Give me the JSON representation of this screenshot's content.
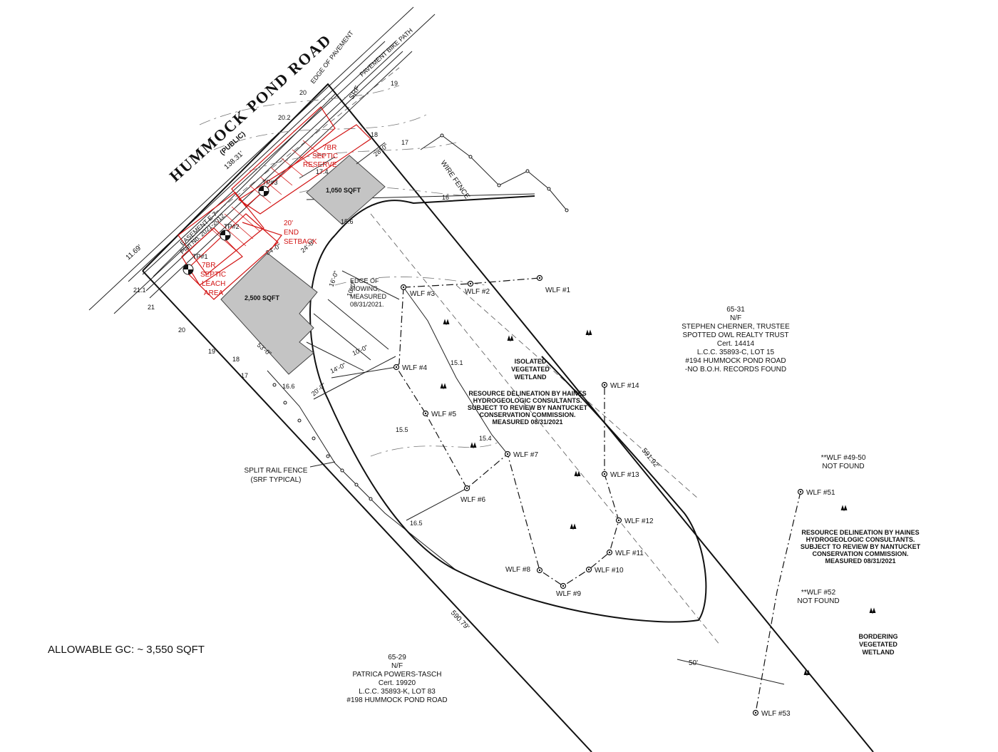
{
  "road": {
    "name": "HUMMOCK POND ROAD",
    "public": "(PUBLIC)"
  },
  "frontage": {
    "road_frontage": "138.31'",
    "left_offset": "11.69'"
  },
  "edges": {
    "edge_of_pavement": "EDGE OF PAVEMENT",
    "paved_bike_path": "PAVEMENT BIKE PATH",
    "srf": "SRF"
  },
  "fences": {
    "wire": "WIRE FENCE",
    "split_rail": "SPLIT RAIL FENCE",
    "split_rail_note": "(SRF TYPICAL)"
  },
  "easement": {
    "line1": "EASEMENT E-7",
    "line2": "Plan No. 2021-2012"
  },
  "septic": {
    "top": [
      "7BR",
      "SEPTIC",
      "RESERVE"
    ],
    "bottom": [
      "7BR",
      "SEPTIC",
      "LEACH",
      "AREA"
    ],
    "setback": [
      "20'",
      "END",
      "SETBACK"
    ],
    "test_pits": [
      "TP#1",
      "TP#2",
      "TP#3"
    ]
  },
  "buildings": [
    {
      "id": "main",
      "label": "2,500 SQFT"
    },
    {
      "id": "secondary",
      "label": "1,050 SQFT"
    }
  ],
  "dimensions": [
    "28'-0\"",
    "17.4",
    "16'-0\"",
    "10'-0\"",
    "24'-0\"",
    "53'-0\"",
    "34'-0\"",
    "20'-0\"",
    "14'-0\"",
    "10'-0\"",
    "50'"
  ],
  "mowing_note": [
    "EDGE OF",
    "MOWING,",
    "MEASURED",
    "08/31/2021."
  ],
  "wetland_flags": [
    "WLF #1",
    "WLF #2",
    "WLF #3",
    "WLF #4",
    "WLF #5",
    "WLF #6",
    "WLF #7",
    "WLF #8",
    "WLF #9",
    "WLF #10",
    "WLF #11",
    "WLF #12",
    "WLF #13",
    "WLF #14",
    "WLF #51",
    "WLF #53"
  ],
  "isolated_wetland": [
    "ISOLATED",
    "VEGETATED",
    "WETLAND"
  ],
  "delineation_note": [
    "RESOURCE DELINEATION BY HAINES",
    "HYDROGEOLOGIC CONSULTANTS.",
    "SUBJECT TO REVIEW BY NANTUCKET",
    "CONSERVATION COMMISSION.",
    "MEASURED 08/31/2021"
  ],
  "bordering_wetland": [
    "BORDERING",
    "VEGETATED",
    "WETLAND"
  ],
  "not_found": [
    {
      "flag": "**WLF #49-50",
      "status": "NOT FOUND"
    },
    {
      "flag": "**WLF #52",
      "status": "NOT FOUND"
    }
  ],
  "abutters": [
    {
      "parcel": "65-31",
      "nf": "N/F",
      "owner": "STEPHEN CHERNER, TRUSTEE",
      "trust": "SPOTTED OWL REALTY TRUST",
      "cert": "Cert. 14414",
      "lcc": "L.C.C. 35893-C, LOT 15",
      "address": "#194 HUMMOCK POND ROAD",
      "note": "-NO B.O.H. RECORDS FOUND"
    },
    {
      "parcel": "65-29",
      "nf": "N/F",
      "owner": "PATRICA POWERS-TASCH",
      "cert": "Cert. 19920",
      "lcc": "L.C.C. 35893-K, LOT 83",
      "address": "#198 HUMMOCK POND ROAD"
    }
  ],
  "lot_lengths": {
    "northeast": "591.92'",
    "southwest": "590.79'"
  },
  "spot_elevations": [
    "20",
    "20.2",
    "19",
    "18",
    "17",
    "16",
    "15.6",
    "15.1",
    "15.4",
    "15.5",
    "16.5",
    "16.6",
    "21.1",
    "21",
    "20",
    "19",
    "18",
    "17"
  ],
  "allowable": "ALLOWABLE GC: ~ 3,550 SQFT",
  "colors": {
    "ink": "#111111",
    "septic": "#d21414",
    "building": "#c4c4c4"
  }
}
